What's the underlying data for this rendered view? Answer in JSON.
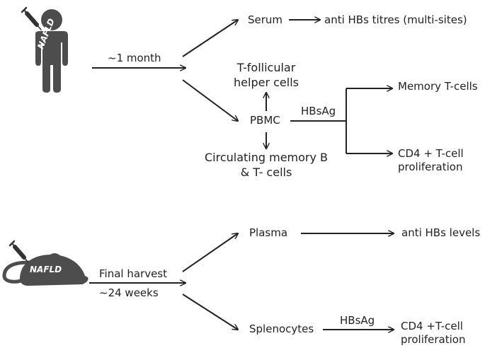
{
  "human": {
    "badge": "NAFLD",
    "timepoint": "~1 month",
    "serum": "Serum",
    "serum_result": "anti HBs titres (multi-sites)",
    "tfh": [
      "T-follicular",
      "helper cells"
    ],
    "pbmc": "PBMC",
    "antigen": "HBsAg",
    "memory_t": "Memory T-cells",
    "cd4": [
      "CD4 + T-cell",
      "proliferation"
    ],
    "memory_b": [
      "Circulating memory B",
      "& T- cells"
    ]
  },
  "mouse": {
    "badge": "NAFLD",
    "timepoint_top": "Final harvest",
    "timepoint_bottom": "~24 weeks",
    "plasma": "Plasma",
    "plasma_result": "anti HBs levels",
    "splenocytes": "Splenocytes",
    "antigen": "HBsAg",
    "cd4": [
      "CD4 +T-cell",
      "proliferation"
    ]
  },
  "colors": {
    "figure": "#4d4d4d",
    "ink": "#222222",
    "syringe": "#333333"
  }
}
